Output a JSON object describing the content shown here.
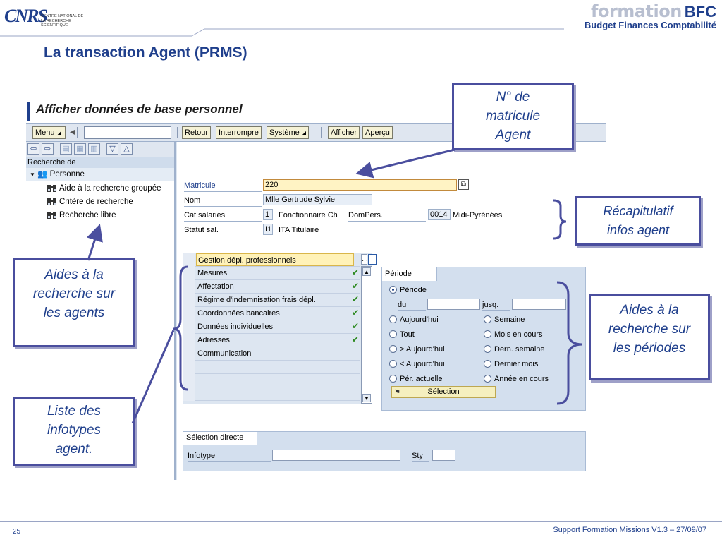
{
  "slide": {
    "title": "La transaction Agent (PRMS)",
    "page_number": "25",
    "footer": "Support Formation Missions V1.3 – 27/09/07"
  },
  "logo": {
    "mark": "CNRS",
    "text": "CENTRE NATIONAL DE LA RECHERCHE SCIENTIFIQUE"
  },
  "brand": {
    "word": "formation",
    "acronym": "BFC",
    "subtitle": "Budget Finances Comptabilité"
  },
  "sap": {
    "window_title": "Afficher données de base personnel",
    "toolbar": {
      "menu": "Menu",
      "back": "Retour",
      "interrupt": "Interrompre",
      "system": "Système",
      "display": "Afficher",
      "preview": "Aperçu",
      "command_value": ""
    },
    "left_pane": {
      "heading": "Recherche de",
      "tree_root": "Personne",
      "tree_items": [
        "Aide à la recherche groupée",
        "Critère de recherche",
        "Recherche libre"
      ]
    },
    "header_fields": {
      "matricule_label": "Matricule",
      "matricule_value": "220",
      "nom_label": "Nom",
      "nom_value": "Mlle Gertrude Sylvie",
      "cat_label": "Cat salariés",
      "cat_code": "1",
      "cat_text": "Fonctionnaire Ch",
      "dompers_label": "DomPers.",
      "dompers_code": "0014",
      "dompers_text": "Midi-Pyrénées",
      "statut_label": "Statut sal.",
      "statut_code": "I1",
      "statut_text": "ITA Titulaire"
    },
    "infotypes": [
      {
        "label": "Gestion dépl. professionnels",
        "checked": false
      },
      {
        "label": "Mesures",
        "checked": true
      },
      {
        "label": "Affectation",
        "checked": true
      },
      {
        "label": "Régime d'indemnisation frais dépl.",
        "checked": true
      },
      {
        "label": "Coordonnées bancaires",
        "checked": true
      },
      {
        "label": "Données individuelles",
        "checked": true
      },
      {
        "label": "Adresses",
        "checked": true
      },
      {
        "label": "Communication",
        "checked": false
      }
    ],
    "period": {
      "tab": "Période",
      "period_option": "Période",
      "from_label": "du",
      "to_label": "jusq.",
      "options_left": [
        "Aujourd'hui",
        "Tout",
        "> Aujourd'hui",
        "< Aujourd'hui",
        "Pér. actuelle"
      ],
      "options_right": [
        "Semaine",
        "Mois en cours",
        "Dern. semaine",
        "Dernier mois",
        "Année en cours"
      ],
      "selection_button": "Sélection"
    },
    "direct_selection": {
      "tab": "Sélection directe",
      "infotype_label": "Infotype",
      "sty_label": "Sty"
    }
  },
  "callouts": {
    "matricule": [
      "N° de",
      "matricule",
      "Agent"
    ],
    "recap": [
      "Récapitulatif",
      "infos agent"
    ],
    "search": [
      "Aides à la",
      "recherche sur",
      "les agents"
    ],
    "periods": [
      "Aides à la",
      "recherche sur",
      "les périodes"
    ],
    "list": [
      "Liste des",
      "infotypes",
      "agent."
    ]
  },
  "colors": {
    "title_blue": "#1f3f8c",
    "callout_border": "#4a4e9e",
    "input_yellow": "#fff3c4",
    "sap_panel": "#d3dfee"
  }
}
